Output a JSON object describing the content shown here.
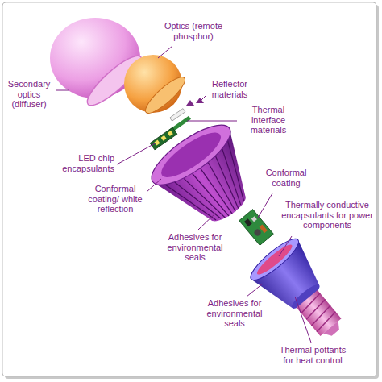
{
  "diagram": {
    "labels": [
      "Optics (remote phosphor)",
      "Secondary optics (diffuser)",
      "Reflector materials",
      "Thermal interface materials",
      "LED chip encapsulants",
      "Conformal coating/ white reflection",
      "Conformal coating",
      "Adhesives for environmental seals",
      "Thermally conductive encapsulants for power components",
      "Adhesives for environmental seals",
      "Thermal pottants for heat control"
    ]
  }
}
